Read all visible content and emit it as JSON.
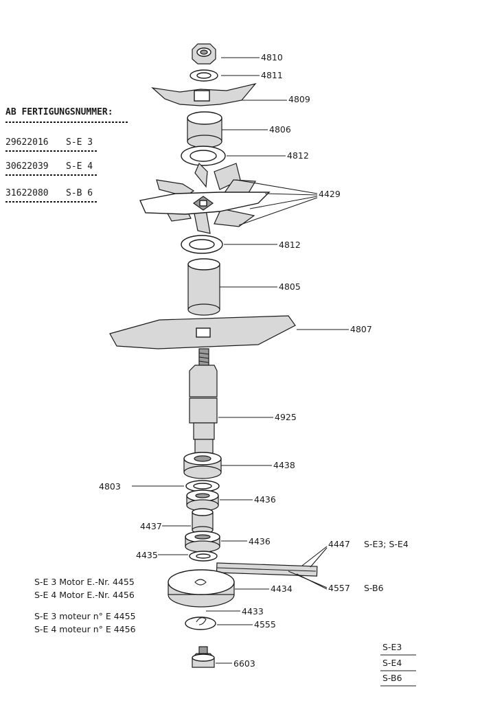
{
  "header": {
    "title": "AB FERTIGUNGSNUMMER:",
    "rows": [
      {
        "number": "29622016",
        "model": "S-E 3"
      },
      {
        "number": "30622039",
        "model": "S-E 4"
      },
      {
        "number": "31622080",
        "model": "S-B 6"
      }
    ]
  },
  "parts": {
    "p4810": "4810",
    "p4811": "4811",
    "p4809": "4809",
    "p4806": "4806",
    "p4812a": "4812",
    "p4429": "4429",
    "p4812b": "4812",
    "p4805": "4805",
    "p4807": "4807",
    "p4925": "4925",
    "p4438": "4438",
    "p4803": "4803",
    "p4436a": "4436",
    "p4437": "4437",
    "p4436b": "4436",
    "p4435": "4435",
    "p4447": "4447",
    "p4447_models": "S-E3; S-E4",
    "p4557": "4557",
    "p4557_model": "S-B6",
    "p4434": "4434",
    "p4433": "4433",
    "p4555": "4555",
    "p6603": "6603"
  },
  "motor_notes": [
    "S-E 3 Motor E.-Nr. 4455",
    "S-E 4 Motor E.-Nr. 4456",
    "S-E 3 moteur n° E 4455",
    "S-E 4 moteur n° E 4456"
  ],
  "models_box": [
    "S-E3",
    "S-E4",
    "S-B6"
  ]
}
